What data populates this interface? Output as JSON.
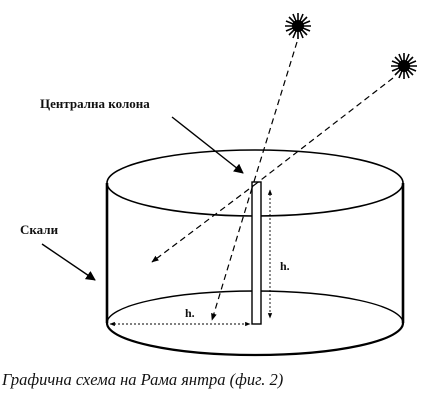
{
  "labels": {
    "central_column": "Централна колона",
    "rocks": "Скали",
    "height_mark": "h.",
    "radius_mark": "h."
  },
  "caption": "Графична схема на Рама янтра (фиг. 2)",
  "icons": {
    "sun_upper": "sun-icon",
    "sun_right": "sun-icon"
  }
}
